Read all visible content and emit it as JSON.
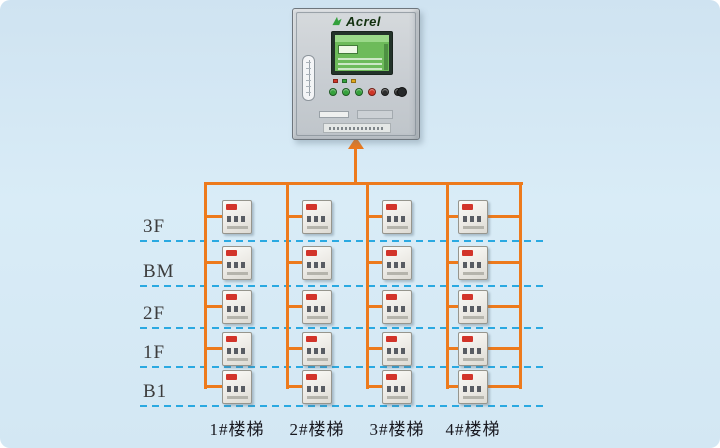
{
  "colors": {
    "background": "#d9ecf7",
    "bus": "#ed7a1c",
    "floor_line": "#2aa9e1",
    "device_red": "#d2342a",
    "screen_green": "#6dbb5a",
    "brand_green": "#33a03c"
  },
  "cabinet": {
    "brand": "Acrel",
    "buttons": [
      "#35a23c",
      "#35a23c",
      "#35a23c",
      "#cf3527",
      "#2e2e2e",
      "#2e2e2e"
    ],
    "leds": [
      "#cf3527",
      "#35a23c",
      "#e0a91c"
    ]
  },
  "floors": [
    {
      "label": "3F"
    },
    {
      "label": "BM"
    },
    {
      "label": "2F"
    },
    {
      "label": "1F"
    },
    {
      "label": "B1"
    }
  ],
  "columns": [
    {
      "label": "1#楼梯"
    },
    {
      "label": "2#楼梯"
    },
    {
      "label": "3#楼梯"
    },
    {
      "label": "4#楼梯"
    }
  ],
  "devices": {
    "rows": 5,
    "cols": 4
  }
}
